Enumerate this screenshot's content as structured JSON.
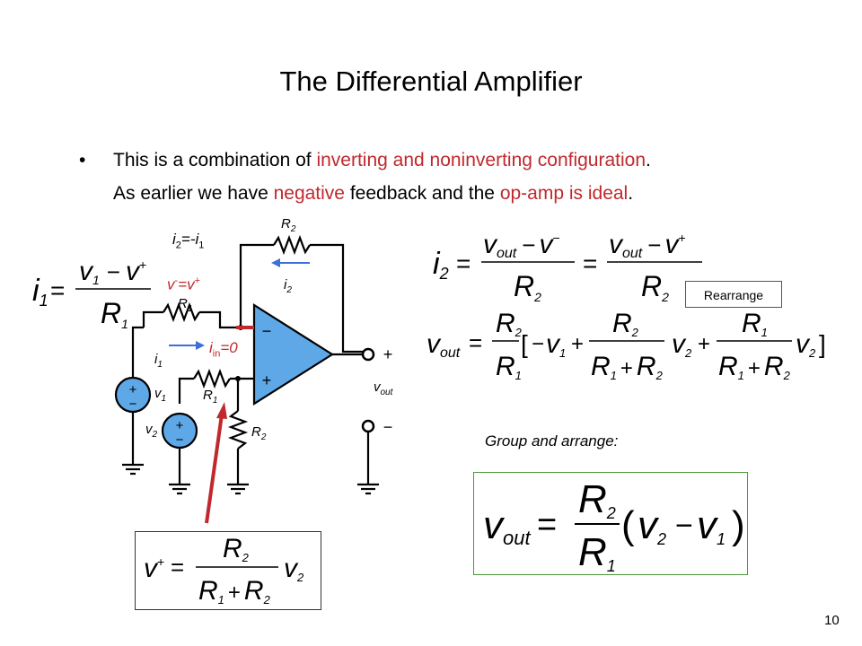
{
  "slide": {
    "title": "The Differential Amplifier",
    "bullet_marker": "•",
    "line1_a": "This is a combination of ",
    "line1_b": "inverting and noninverting configuration",
    "line1_c": ".",
    "line2_a": "As earlier we have ",
    "line2_b": "negative",
    "line2_c": " feedback and the ",
    "line2_d": "op-amp is ideal",
    "line2_e": ".",
    "page_number": "10"
  },
  "labels": {
    "i2_eq": {
      "a": "i",
      "s1": "2",
      "b": "=-i",
      "s2": "1"
    },
    "vminus_eq": {
      "a": "v",
      "s1": "-",
      "b": "=v",
      "s2": "+"
    },
    "iin_eq": {
      "a": "i",
      "s1": "in",
      "b": "=0"
    },
    "rearrange": "Rearrange",
    "group": "Group and arrange:"
  },
  "circuit": {
    "r2_top": "R",
    "r2_top_sub": "2",
    "i2_label": "i",
    "i2_sub": "2",
    "r1_top": "R",
    "r1_top_sub": "1",
    "i1_label": "i",
    "i1_sub": "1",
    "r1_bot": "R",
    "r1_bot_sub": "1",
    "r2_bot": "R",
    "r2_bot_sub": "2",
    "v1": "v",
    "v1_sub": "1",
    "v2": "v",
    "v2_sub": "2",
    "minus": "−",
    "plus": "+",
    "out_plus": "+",
    "out_minus": "−",
    "vout": "v",
    "vout_sub": "out",
    "src_plus": "+",
    "src_minus": "−"
  },
  "equations": {
    "i1": {
      "lhs": "i",
      "lhs_sub": "1",
      "eq": "=",
      "num_a": "v",
      "num_a_sub": "1",
      "num_op": "−",
      "num_b": "v",
      "num_b_sup": "+",
      "den": "R",
      "den_sub": "1"
    },
    "i2": {
      "lhs": "i",
      "lhs_sub": "2",
      "eq": "=",
      "num1_a": "v",
      "num1_a_sub": "out",
      "num1_op": "−",
      "num1_b": "v",
      "num1_b_sup": "−",
      "den1": "R",
      "den1_sub": "2",
      "eq2": "=",
      "num2_a": "v",
      "num2_a_sub": "out",
      "num2_op": "−",
      "num2_b": "v",
      "num2_b_sup": "+",
      "den2": "R",
      "den2_sub": "2"
    },
    "vout_long": {
      "lhs": "v",
      "lhs_sub": "out",
      "eq": "=",
      "f1_num": "R",
      "f1_num_sub": "2",
      "f1_den": "R",
      "f1_den_sub": "1",
      "lbr": "[",
      "minus": "−",
      "v1": "v",
      "v1_sub": "1",
      "plus1": "+",
      "f2_num": "R",
      "f2_num_sub": "2",
      "f2_den_a": "R",
      "f2_den_a_sub": "1",
      "f2_den_op": "+",
      "f2_den_b": "R",
      "f2_den_b_sub": "2",
      "v2a": "v",
      "v2a_sub": "2",
      "plus2": "+",
      "f3_num": "R",
      "f3_num_sub": "1",
      "f3_den_a": "R",
      "f3_den_a_sub": "1",
      "f3_den_op": "+",
      "f3_den_b": "R",
      "f3_den_b_sub": "2",
      "v2b": "v",
      "v2b_sub": "2",
      "rbr": "]"
    },
    "vplus": {
      "lhs": "v",
      "lhs_sup": "+",
      "eq": "=",
      "num": "R",
      "num_sub": "2",
      "den_a": "R",
      "den_a_sub": "1",
      "den_op": "+",
      "den_b": "R",
      "den_b_sub": "2",
      "v": "v",
      "v_sub": "2"
    },
    "vout_final": {
      "lhs": "v",
      "lhs_sub": "out",
      "eq": "=",
      "num": "R",
      "num_sub": "2",
      "den": "R",
      "den_sub": "1",
      "lp": "(",
      "va": "v",
      "va_sub": "2",
      "op": "−",
      "vb": "v",
      "vb_sub": "1",
      "rp": ")"
    }
  },
  "colors": {
    "accent_red": "#c0282d",
    "arrow_blue": "#3d6fd8",
    "box_green": "#4c9a3c",
    "opamp_blue": "#5fa8e8"
  }
}
